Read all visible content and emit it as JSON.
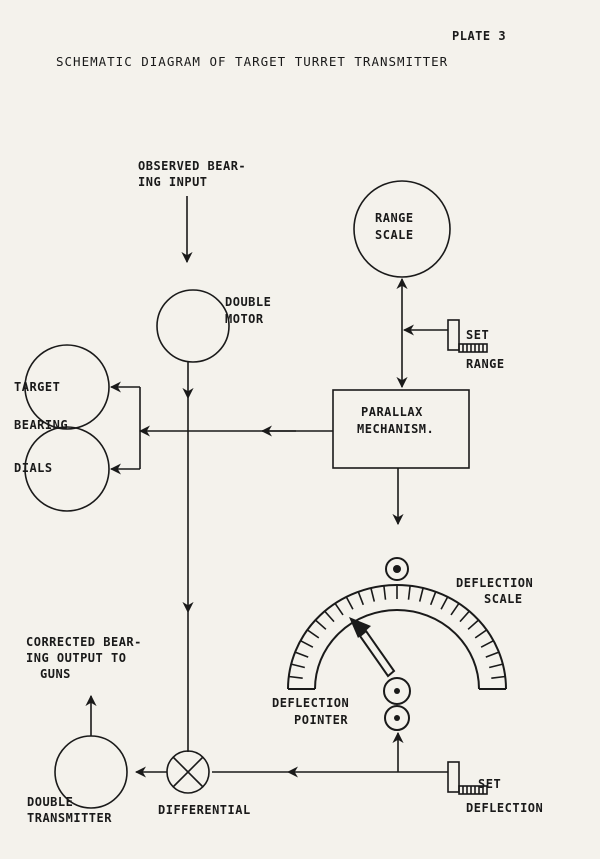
{
  "plate": "PLATE 3",
  "title": "SCHEMATIC DIAGRAM OF TARGET TURRET TRANSMITTER",
  "labels": {
    "observed_1": "OBSERVED BEAR-",
    "observed_2": "ING INPUT",
    "range_1": "RANGE",
    "range_2": "SCALE",
    "double_motor_1": "DOUBLE",
    "double_motor_2": "MOTOR",
    "set_range_1": "SET",
    "set_range_2": "RANGE",
    "target": "TARGET",
    "bearing": "BEARING",
    "dials": "DIALS",
    "parallax_1": "PARALLAX",
    "parallax_2": "MECHANISM.",
    "deflection_scale_1": "DEFLECTION",
    "deflection_scale_2": "SCALE",
    "corrected_1": "CORRECTED BEAR-",
    "corrected_2": "ING OUTPUT TO",
    "corrected_3": "GUNS",
    "deflection_pointer_1": "DEFLECTION",
    "deflection_pointer_2": "POINTER",
    "double_transmitter_1": "DOUBLE",
    "double_transmitter_2": "TRANSMITTER",
    "differential": "DIFFERENTIAL",
    "set_deflection_1": "SET",
    "set_deflection_2": "DEFLECTION"
  }
}
